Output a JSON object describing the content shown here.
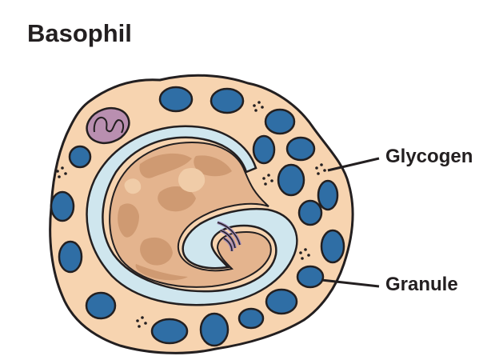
{
  "title": "Basophil",
  "labels": {
    "glycogen": "Glycogen",
    "granule": "Granule"
  },
  "colors": {
    "cytoplasm": "#f7d4b0",
    "nucleus": "#e4b48e",
    "nucleus_dark": "#cf9a72",
    "nuclear_envelope": "#cfe6ee",
    "granule": "#2f6ea5",
    "mitochondrion": "#b98fb0",
    "golgi": "#9a86b8",
    "outline": "#231f20"
  }
}
